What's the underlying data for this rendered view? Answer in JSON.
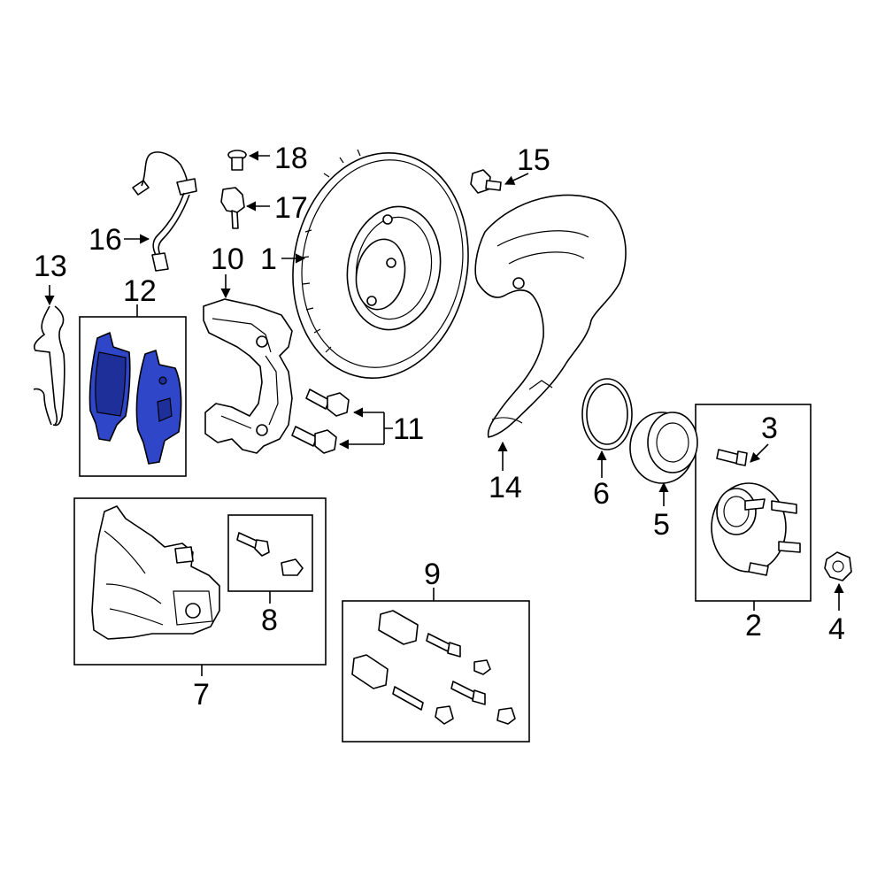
{
  "callouts": {
    "c1": "1",
    "c2": "2",
    "c3": "3",
    "c4": "4",
    "c5": "5",
    "c6": "6",
    "c7": "7",
    "c8": "8",
    "c9": "9",
    "c10": "10",
    "c11": "11",
    "c12": "12",
    "c13": "13",
    "c14": "14",
    "c15": "15",
    "c16": "16",
    "c17": "17",
    "c18": "18"
  },
  "colors": {
    "highlight": "#2f46c8",
    "line": "#000000",
    "background": "#ffffff"
  },
  "highlighted_part": "12"
}
